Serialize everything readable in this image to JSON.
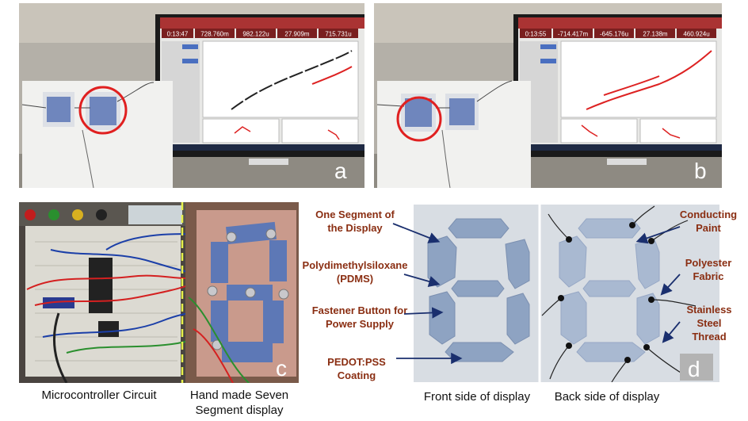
{
  "panel_a": {
    "letter": "a",
    "readouts": [
      "0:13:47",
      "728.760m",
      "982.122u",
      "27.909m",
      "715.731u"
    ]
  },
  "panel_b": {
    "letter": "b",
    "readouts": [
      "0:13:55",
      "-714.417m",
      "-645.176u",
      "27.138m",
      "460.924u"
    ]
  },
  "panel_c": {
    "letter": "c",
    "caption_left": "Microcontroller Circuit",
    "caption_right": "Hand made Seven Segment display"
  },
  "panel_d": {
    "letter": "d",
    "caption_front": "Front side of display",
    "caption_back": "Back side of display"
  },
  "callouts_left": [
    "One Segment of the Display",
    "Polydimethylsiloxane (PDMS)",
    "Fastener Button for Power Supply",
    "PEDOT:PSS Coating"
  ],
  "callouts_right": [
    "Conducting Paint",
    "Polyester Fabric",
    "Stainless Steel Thread"
  ],
  "colors": {
    "callout_text": "#8a2e12",
    "arrow": "#1a2f6e",
    "highlight_circle": "#e02020"
  }
}
